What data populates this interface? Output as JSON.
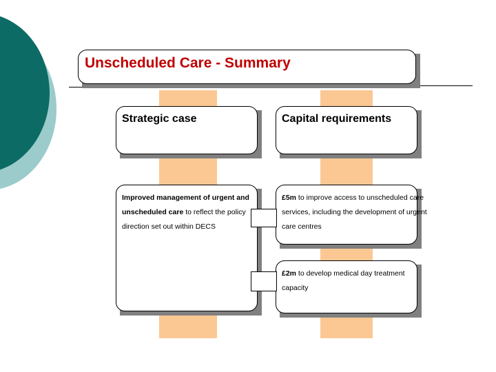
{
  "slide": {
    "title": "Unscheduled Care - Summary",
    "title_color": "#C00000",
    "background": "#FFFFFF"
  },
  "decorations": {
    "circle_dark_color": "#0C6B64",
    "circle_light_color": "#9BCBCB",
    "band_color": "#FBC894",
    "shadow_color": "#808080"
  },
  "columns": [
    {
      "header": "Strategic case",
      "items": [
        {
          "emphasis": "Improved management of urgent and unscheduled care",
          "text": " to reflect the policy direction set out within DECS"
        }
      ]
    },
    {
      "header": "Capital requirements",
      "items": [
        {
          "emphasis": "£5m",
          "text": " to improve access to unscheduled care services, including the development of urgent care centres"
        },
        {
          "emphasis": "£2m",
          "text": " to develop medical day treatment capacity"
        }
      ]
    }
  ]
}
